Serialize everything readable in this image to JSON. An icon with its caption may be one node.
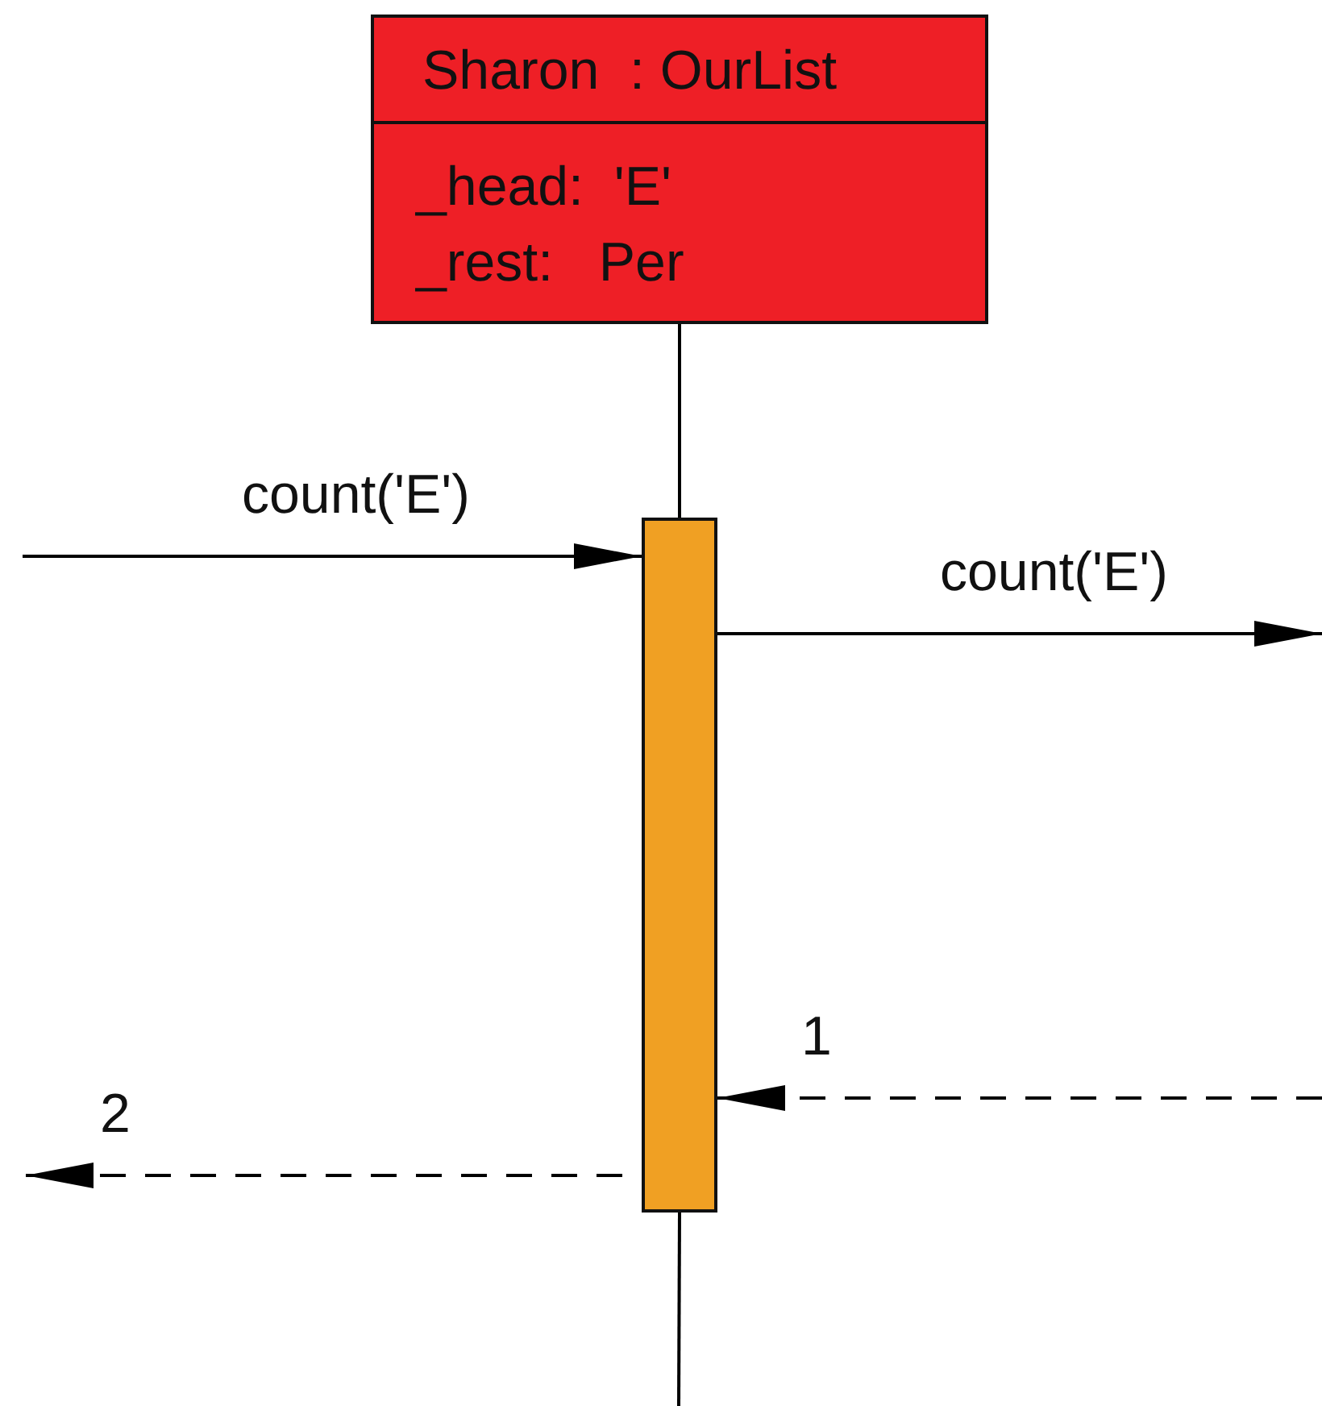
{
  "diagram": {
    "nodes": [
      {
        "text": [
          "Sharon  : OurList",
          "_head:  'E'",
          "_rest:   Per"
        ]
      },
      {
        "text": [],
        "shape": "bar"
      }
    ],
    "edges": [
      {
        "from": 0,
        "to": 1,
        "arrow": "none"
      },
      {
        "from": 1,
        "to": null,
        "arrow": "none"
      },
      {
        "from": null,
        "to": 1,
        "arrow": "to",
        "label": "count('E')"
      },
      {
        "from": 1,
        "to": null,
        "arrow": "to",
        "label": "count('E')"
      },
      {
        "from": null,
        "to": 1,
        "arrow": "to",
        "label": "1",
        "style": "dashed"
      },
      {
        "from": 1,
        "to": null,
        "arrow": "to",
        "label": "2",
        "style": "dashed"
      }
    ]
  }
}
